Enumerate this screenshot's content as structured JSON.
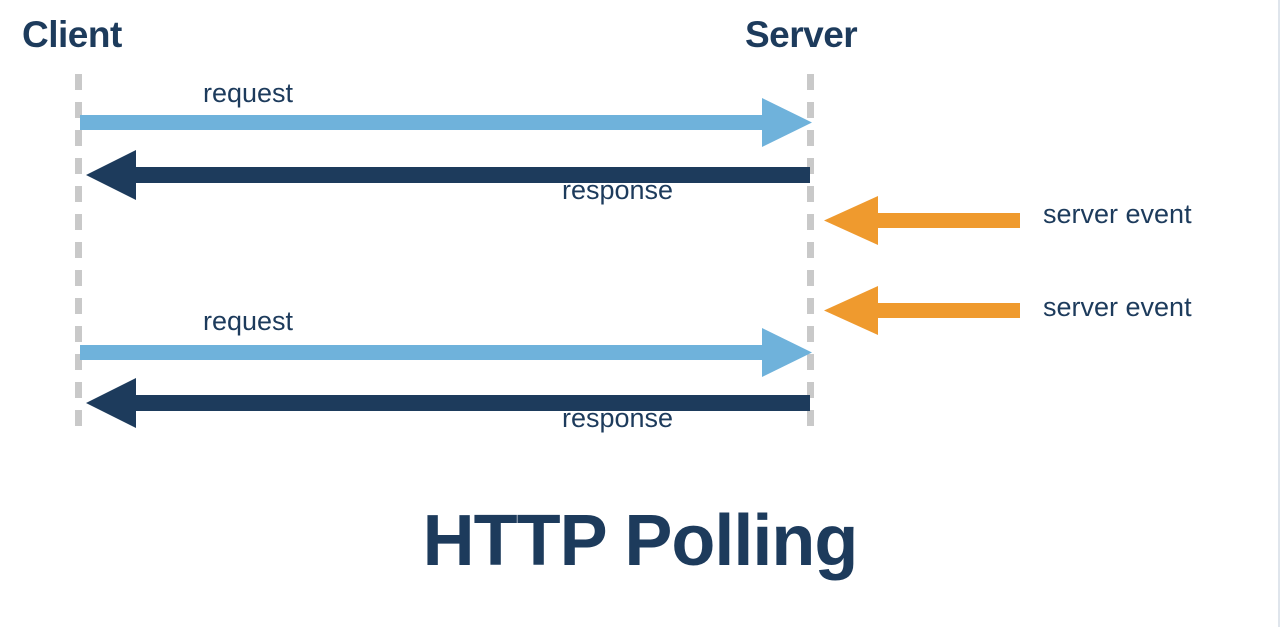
{
  "diagram": {
    "title": "HTTP Polling",
    "type": "sequence-diagram",
    "background_color": "#ffffff",
    "colors": {
      "request": "#6fb2db",
      "response": "#1d3b5c",
      "server_event": "#ef9a2e",
      "lifeline": "#c9c9c9",
      "text": "#1d3b5c"
    },
    "actors": [
      {
        "id": "client",
        "label": "Client"
      },
      {
        "id": "server",
        "label": "Server"
      }
    ],
    "messages": [
      {
        "id": "request-1",
        "label": "request",
        "from": "client",
        "to": "server",
        "direction": "right",
        "color": "#6fb2db"
      },
      {
        "id": "response-1",
        "label": "response",
        "from": "server",
        "to": "client",
        "direction": "left",
        "color": "#1d3b5c"
      },
      {
        "id": "server-event-1",
        "label": "server event",
        "from": "external",
        "to": "server",
        "direction": "left",
        "color": "#ef9a2e"
      },
      {
        "id": "server-event-2",
        "label": "server event",
        "from": "external",
        "to": "server",
        "direction": "left",
        "color": "#ef9a2e"
      },
      {
        "id": "request-2",
        "label": "request",
        "from": "client",
        "to": "server",
        "direction": "right",
        "color": "#6fb2db"
      },
      {
        "id": "response-2",
        "label": "response",
        "from": "server",
        "to": "client",
        "direction": "left",
        "color": "#1d3b5c"
      }
    ]
  }
}
